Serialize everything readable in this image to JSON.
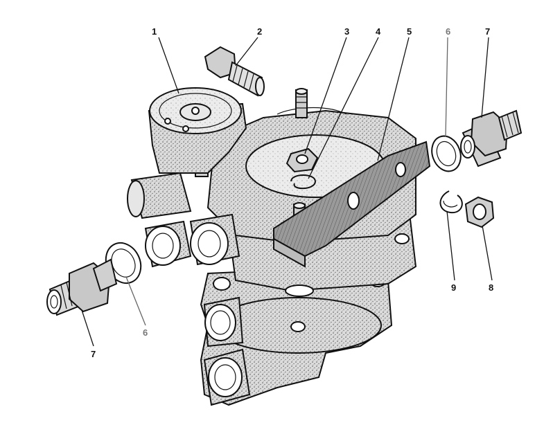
{
  "callouts": [
    {
      "id": "c1",
      "label": "1"
    },
    {
      "id": "c2",
      "label": "2"
    },
    {
      "id": "c3",
      "label": "3"
    },
    {
      "id": "c4",
      "label": "4"
    },
    {
      "id": "c5",
      "label": "5"
    },
    {
      "id": "c6a",
      "label": "6"
    },
    {
      "id": "c7a",
      "label": "7"
    },
    {
      "id": "c6b",
      "label": "6"
    },
    {
      "id": "c7b",
      "label": "7"
    },
    {
      "id": "c9",
      "label": "9"
    },
    {
      "id": "c8",
      "label": "8"
    }
  ],
  "colors": {
    "ink": "#111111",
    "body_fill": "#d9d9d9",
    "highlight": "#f2f2f2",
    "bracket": "#8a8a8a",
    "gray_label": "#777777"
  }
}
